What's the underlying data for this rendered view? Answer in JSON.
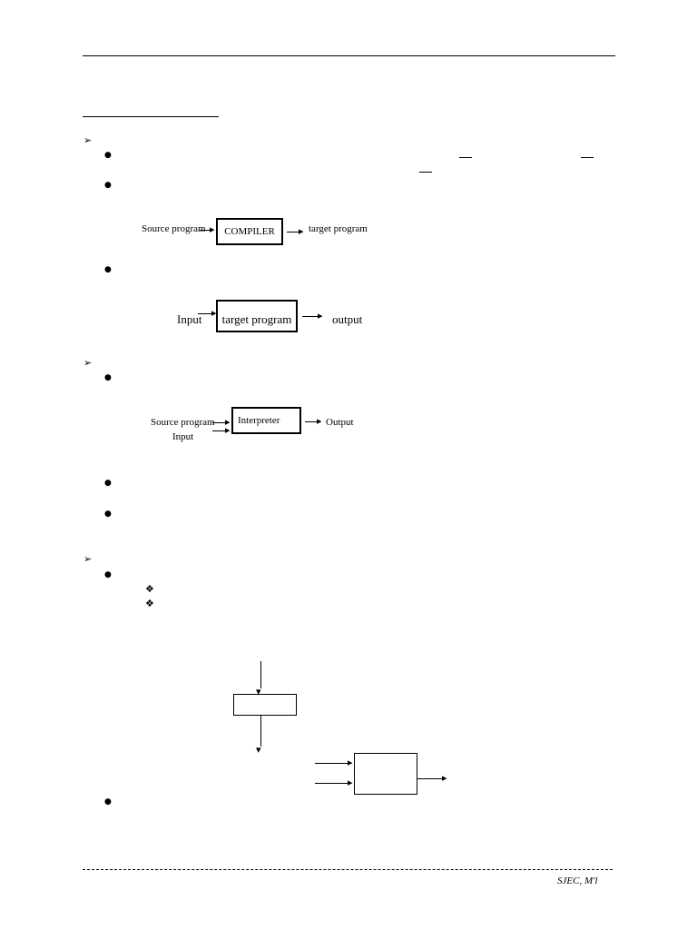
{
  "compiler_diagram": {
    "source_label": "Source program",
    "box_label": "COMPILER",
    "target_label": "target program"
  },
  "target_diagram": {
    "input_label": "Input",
    "box_label": "target program",
    "output_label": "output"
  },
  "interpreter_diagram": {
    "source_label": "Source program",
    "input_label": "Input",
    "box_label": "Interpreter",
    "output_label": "Output"
  },
  "footer": {
    "text": "SJEC, M'l"
  }
}
